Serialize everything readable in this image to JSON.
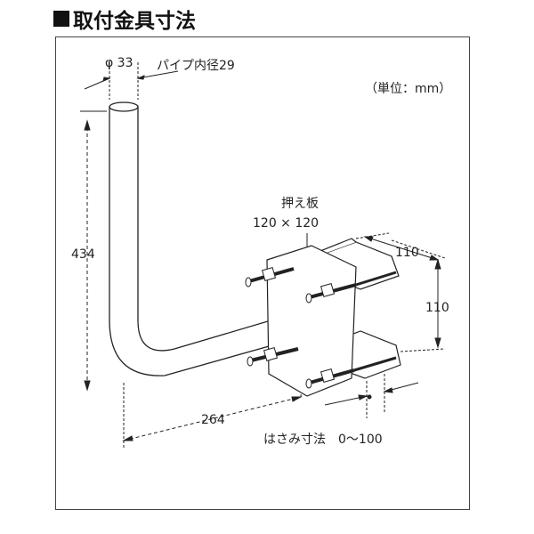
{
  "title": "取付金具寸法",
  "unit_label": "（単位：mm）",
  "dimensions": {
    "pipe_outer": "φ 33",
    "pipe_inner": "パイプ内径29",
    "height": "434",
    "horizontal": "264",
    "plate_label": "押え板",
    "plate_size": "120 × 120",
    "bracket_width": "110",
    "bracket_height": "110",
    "clamp_range": "はさみ寸法　0〜100"
  },
  "colors": {
    "line": "#222222",
    "frame": "#444444"
  }
}
